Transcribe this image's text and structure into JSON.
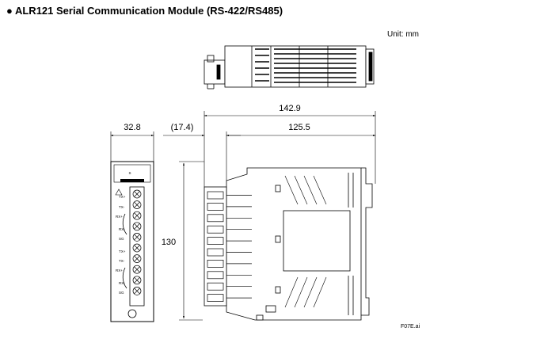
{
  "header": {
    "title": "● ALR121 Serial Communication Module (RS-422/RS485)",
    "unit": "Unit: mm"
  },
  "figure_id": "F07E.ai",
  "dimensions": {
    "overall_depth": "142.9",
    "front_width": "32.8",
    "terminal_offset": "(17.4)",
    "body_depth": "125.5",
    "height": "130"
  },
  "front_panel_labels": {
    "top_mark": "S",
    "terminals_upper": [
      "TX+",
      "TX-",
      "RX+",
      "RX-",
      "SG"
    ],
    "terminals_lower": [
      "TX+",
      "TX-",
      "RX+",
      "RX-",
      "SG"
    ]
  }
}
